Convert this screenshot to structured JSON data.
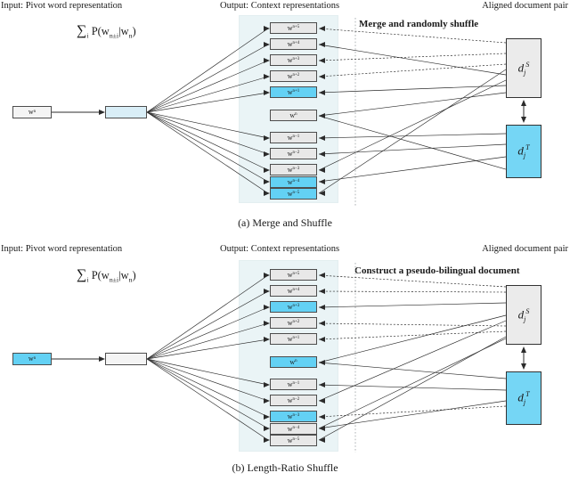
{
  "figure": {
    "headers": {
      "input": "Input: Pivot word representation",
      "output": "Output: Context representations",
      "aligned": "Aligned document pair"
    },
    "formula": "P(w",
    "formula_parts": {
      "sum": "∑",
      "sum_sub": "i",
      "p": "P(w",
      "p_sub": "n±i",
      "bar": "|w",
      "bar_sub": "n",
      "close": ")"
    },
    "input_label": "w",
    "input_sub": "n",
    "documents": {
      "source": {
        "base": "d",
        "sub": "j",
        "sup": "S"
      },
      "target": {
        "base": "d",
        "sub": "j",
        "sup": "T"
      }
    }
  },
  "panels": [
    {
      "id": "a",
      "caption": "(a)  Merge and Shuffle",
      "note": "Merge and randomly shuffle",
      "input_box_color": "white",
      "hidden_box_color": "pale",
      "context_words": [
        {
          "label": "w",
          "sub": "n+5",
          "highlight": false
        },
        {
          "label": "w",
          "sub": "n+4",
          "highlight": false
        },
        {
          "label": "w",
          "sub": "n+3",
          "highlight": false
        },
        {
          "label": "w",
          "sub": "n+2",
          "highlight": false
        },
        {
          "label": "w",
          "sub": "n+1",
          "highlight": true
        },
        {
          "label": "w",
          "sub": "n",
          "highlight": false,
          "pivot": true
        },
        {
          "label": "w",
          "sub": "n−1",
          "highlight": false
        },
        {
          "label": "w",
          "sub": "n−2",
          "highlight": false
        },
        {
          "label": "w",
          "sub": "n−3",
          "highlight": false
        },
        {
          "label": "w",
          "sub": "n−4",
          "highlight": true
        },
        {
          "label": "w",
          "sub": "n−5",
          "highlight": true
        }
      ]
    },
    {
      "id": "b",
      "caption": "(b)  Length-Ratio Shuffle",
      "note": "Construct a pseudo-bilingual document",
      "input_box_color": "blue",
      "hidden_box_color": "white",
      "context_words": [
        {
          "label": "w",
          "sub": "n+5",
          "highlight": false
        },
        {
          "label": "w",
          "sub": "n+4",
          "highlight": false
        },
        {
          "label": "w",
          "sub": "n+3",
          "highlight": true
        },
        {
          "label": "w",
          "sub": "n+2",
          "highlight": false
        },
        {
          "label": "w",
          "sub": "n+1",
          "highlight": false
        },
        {
          "label": "w",
          "sub": "n",
          "highlight": true,
          "pivot": true
        },
        {
          "label": "w",
          "sub": "n−1",
          "highlight": false
        },
        {
          "label": "w",
          "sub": "n−2",
          "highlight": false
        },
        {
          "label": "w",
          "sub": "n−3",
          "highlight": true
        },
        {
          "label": "w",
          "sub": "n−4",
          "highlight": false
        },
        {
          "label": "w",
          "sub": "n−5",
          "highlight": false
        }
      ]
    }
  ],
  "colors": {
    "highlight": "#63d1f4",
    "neutral": "#e8e8e8",
    "panel_bg": "#eaf4f6",
    "doc_source": "#ebebeb",
    "doc_target": "#75d6f5"
  }
}
